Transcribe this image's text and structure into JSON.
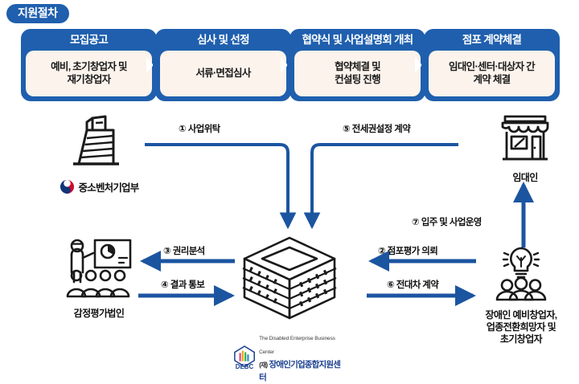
{
  "section": {
    "badge": "지원절차"
  },
  "process": {
    "steps": [
      {
        "title": "모집공고",
        "body": "예비, 초기창업자 및\n재기창업자"
      },
      {
        "title": "심사 및 선정",
        "body": "서류·면접심사"
      },
      {
        "title": "협약식 및 사업설명회 개최",
        "body": "협약체결 및\n컨설팅 진행"
      },
      {
        "title": "점포 계약체결",
        "body": "임대인·센터·대상자 간\n계약 체결"
      }
    ]
  },
  "flow": {
    "nodes": {
      "ministry": {
        "label": "중소벤처기업부",
        "icon": "government-building-icon",
        "emblem": "korea-taegeuk-emblem"
      },
      "landlord": {
        "label": "임대인",
        "icon": "storefront-icon"
      },
      "center": {
        "icon": "office-building-icon",
        "logo_en": "The Disabled Enterprise Business Center",
        "logo_ko_prefix": "(재)",
        "logo_ko": "장애인기업종합지원센터",
        "logo_mark": "DEBC"
      },
      "appraiser": {
        "label": "감정평가법인",
        "icon": "presentation-audience-icon"
      },
      "startup": {
        "label": "장애인 예비창업자,\n업종전환희망자 및\n초기창업자",
        "icon": "lightbulb-people-icon"
      }
    },
    "arrows": [
      {
        "id": "step1",
        "label": "① 사업위탁",
        "from": "ministry",
        "to": "center"
      },
      {
        "id": "step2",
        "label": "② 점포평가 의뢰",
        "from": "center",
        "to": "startup_side"
      },
      {
        "id": "step3",
        "label": "③ 권리분석",
        "from": "center",
        "to": "appraiser"
      },
      {
        "id": "step4",
        "label": "④ 결과 통보",
        "from": "appraiser",
        "to": "center"
      },
      {
        "id": "step5",
        "label": "⑤ 전세권설정 계약",
        "from": "landlord",
        "to": "center"
      },
      {
        "id": "step6",
        "label": "⑥ 전대차 계약",
        "from": "center",
        "to": "startup"
      },
      {
        "id": "step7",
        "label": "⑦ 입주 및 사업운영",
        "from": "startup",
        "to": "landlord"
      }
    ]
  },
  "colors": {
    "brand_blue": "#1f5fae",
    "arrow_blue": "#1b55a0",
    "panel_cream": "#fbf3ec",
    "icon_black": "#1a1a1a",
    "emblem_navy": "#10337a",
    "emblem_red": "#c8102e",
    "logo_navy": "#1a3f8f"
  }
}
